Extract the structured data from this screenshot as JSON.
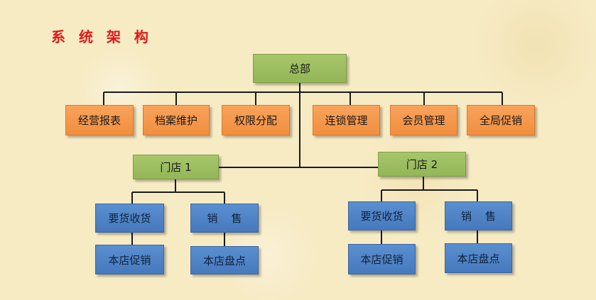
{
  "title": "系 统 架 构",
  "root": {
    "label": "总部"
  },
  "modules": [
    {
      "label": "经营报表"
    },
    {
      "label": "档案维护"
    },
    {
      "label": "权限分配"
    },
    {
      "label": "连锁管理"
    },
    {
      "label": "会员管理"
    },
    {
      "label": "全局促销"
    }
  ],
  "stores": [
    {
      "label": "门店 1",
      "functions": [
        {
          "label": "要货收货",
          "child": {
            "label": "本店促销"
          }
        },
        {
          "label": "销    售",
          "child": {
            "label": "本店盘点"
          }
        }
      ]
    },
    {
      "label": "门店 2",
      "functions": [
        {
          "label": "要货收货",
          "child": {
            "label": "本店促销"
          }
        },
        {
          "label": "销    售",
          "child": {
            "label": "本店盘点"
          }
        }
      ]
    }
  ],
  "colors": {
    "root": "#9bbb59",
    "module": "#f79646",
    "store": "#9bbb59",
    "function": "#4f81bd",
    "title": "#e01a1a"
  }
}
